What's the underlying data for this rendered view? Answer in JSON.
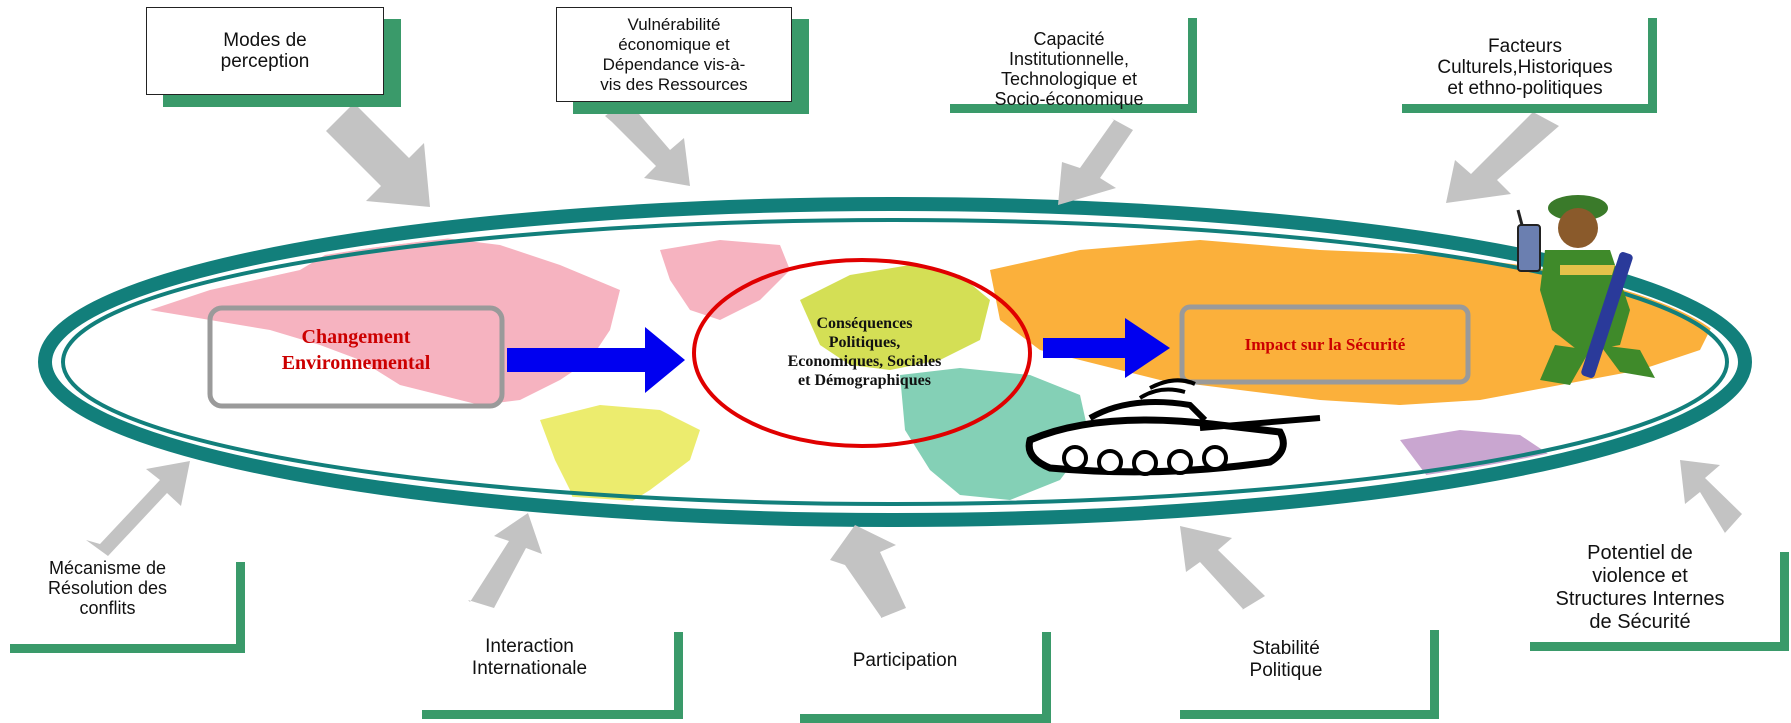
{
  "colors": {
    "teal": "#127f7b",
    "green_frame": "#3a9a6a",
    "arrow_gray": "#c3c3c3",
    "arrow_blue": "#0000f0",
    "circle_red": "#e00000",
    "red_text": "#cc0000"
  },
  "center": {
    "change": "Changement\nEnvironnemental",
    "consequences": "Conséquences\nPolitiques,\nEconomiques, Sociales\net Démographiques",
    "impact": "Impact sur la Sécurité"
  },
  "top_factors": [
    {
      "label": "Modes de\nperception"
    },
    {
      "label": "Vulnérabilité\néconomique et\nDépendance vis-à-\nvis des Ressources"
    },
    {
      "label": "Capacité\nInstitutionnelle,\nTechnologique et\nSocio-économique"
    },
    {
      "label": "Facteurs\nCulturels,Historiques\net ethno-politiques"
    }
  ],
  "bottom_factors": [
    {
      "label": "Mécanisme de\nRésolution  des\nconflits"
    },
    {
      "label": "Interaction\nInternationale"
    },
    {
      "label": "Participation"
    },
    {
      "label": "Stabilité\nPolitique"
    },
    {
      "label": "Potentiel de\nviolence et\nStructures Internes\nde Sécurité"
    }
  ],
  "icons": [
    "world-map-icon",
    "soldier-icon",
    "tank-icon"
  ]
}
